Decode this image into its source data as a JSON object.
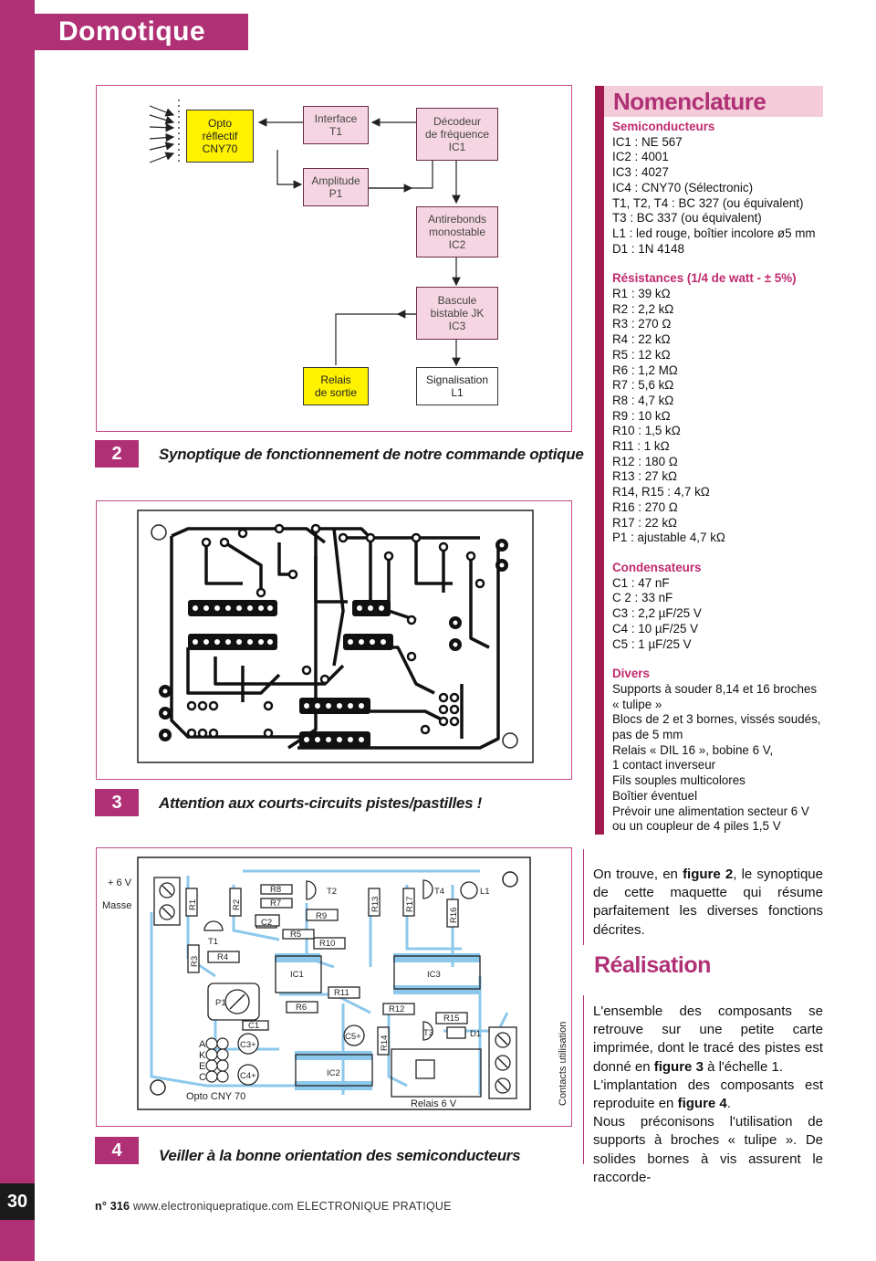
{
  "page": {
    "section": "Domotique",
    "number": "30"
  },
  "figure2": {
    "number": "2",
    "caption": "Synoptique de fonctionnement de notre commande optique",
    "blocks": {
      "opto": "Opto\nréflectif\nCNY70",
      "interface": "Interface\nT1",
      "decodeur": "Décodeur\nde fréquence\nIC1",
      "amplitude": "Amplitude\nP1",
      "antirebonds": "Antirebonds\nmonostable\nIC2",
      "bascule": "Bascule\nbistable JK\nIC3",
      "relais": "Relais\nde sortie",
      "signalisation": "Signalisation\nL1"
    }
  },
  "figure3": {
    "number": "3",
    "caption": "Attention aux courts-circuits pistes/pastilles !"
  },
  "figure4": {
    "number": "4",
    "caption": "Veiller à la bonne orientation des semiconducteurs",
    "labels": {
      "plus6v": "+ 6 V",
      "masse": "Masse",
      "opto": "Opto CNY 70",
      "relais": "Relais 6 V",
      "contacts": "Contacts utilisation",
      "akec": [
        "A",
        "K",
        "E",
        "C"
      ],
      "components": {
        "R1": "R1",
        "R2": "R2",
        "R3": "R3",
        "R4": "R4",
        "R5": "R5",
        "R6": "R6",
        "R7": "R7",
        "R8": "R8",
        "R9": "R9",
        "R10": "R10",
        "R11": "R11",
        "R12": "R12",
        "R13": "R13",
        "R14": "R14",
        "R15": "R15",
        "R16": "R16",
        "R17": "R17",
        "C1": "C1",
        "C2": "C2",
        "C3": "C3+",
        "C4": "C4+",
        "C5": "C5+",
        "T1": "T1",
        "T2": "T2",
        "T3": "T3",
        "T4": "T4",
        "L1": "L1",
        "D1": "D1",
        "P1": "P1",
        "IC1": "IC1",
        "IC2": "IC2",
        "IC3": "IC3"
      }
    }
  },
  "nomenclature": {
    "title": "Nomenclature",
    "sections": [
      {
        "heading": "Semiconducteurs",
        "items": [
          "IC1 : NE 567",
          "IC2 : 4001",
          "IC3 : 4027",
          "IC4 : CNY70 (Sélectronic)",
          "T1, T2, T4 : BC 327 (ou équivalent)",
          "T3 : BC 337 (ou équivalent)",
          "L1 : led rouge, boîtier incolore ø5 mm",
          "D1 : 1N 4148"
        ]
      },
      {
        "heading": "Résistances (1/4 de watt - ± 5%)",
        "items": [
          "R1 : 39 kΩ",
          "R2 : 2,2 kΩ",
          "R3 : 270 Ω",
          "R4 : 22 kΩ",
          "R5 : 12 kΩ",
          "R6 : 1,2 MΩ",
          "R7 : 5,6 kΩ",
          "R8 : 4,7 kΩ",
          "R9 : 10 kΩ",
          "R10 : 1,5 kΩ",
          "R11 : 1 kΩ",
          "R12 : 180 Ω",
          "R13 : 27 kΩ",
          "R14, R15 : 4,7 kΩ",
          "R16 : 270 Ω",
          "R17 : 22 kΩ",
          "P1 : ajustable 4,7 kΩ"
        ]
      },
      {
        "heading": "Condensateurs",
        "items": [
          "C1 : 47 nF",
          "C 2 : 33 nF",
          "C3 : 2,2 µF/25 V",
          "C4 : 10 µF/25 V",
          "C5 : 1 µF/25 V"
        ]
      },
      {
        "heading": "Divers",
        "items": [
          "Supports à souder 8,14 et 16 broches « tulipe »",
          "Blocs de 2 et 3 bornes, vissés soudés, pas de 5 mm",
          "Relais « DIL 16 », bobine  6 V,",
          "1 contact inverseur",
          "Fils souples multicolores",
          "Boîtier éventuel",
          "Prévoir une alimentation secteur 6 V ou un coupleur de 4 piles 1,5 V"
        ]
      }
    ]
  },
  "article": {
    "intro": [
      "On trouve, en ",
      "figure 2",
      ", le synoptique de cette maquette qui résume parfaitement les diverses fonctions décrites."
    ],
    "title": "Réalisation",
    "p1": [
      "L'ensemble des composants se retrouve sur une petite carte imprimée, dont le tracé des pistes est donné en ",
      "figure 3",
      " à l'échelle 1."
    ],
    "p2": [
      "L'implantation des composants est reproduite en ",
      "figure 4",
      "."
    ],
    "p3": "Nous préconisons l'utilisation de supports à broches « tulipe ». De solides bornes à vis assurent le raccorde-"
  },
  "footer": {
    "issue": "n° 316",
    "url": "www.electroniquepratique.com",
    "magazine": "ELECTRONIQUE PRATIQUE"
  },
  "colors": {
    "accent": "#b03075",
    "block_pink": "#f5d5e2",
    "block_yellow": "#fff200",
    "silkscreen": "#8cc8ec"
  }
}
